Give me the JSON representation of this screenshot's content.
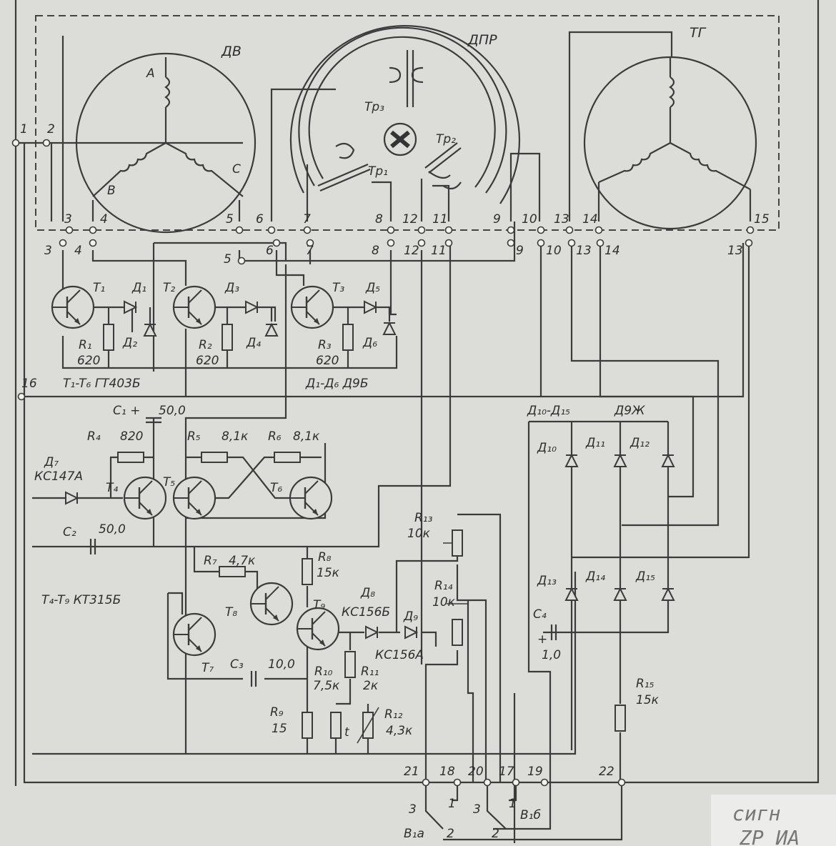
{
  "motor": {
    "label": "ДВ",
    "phase_a": "A",
    "phase_b": "B",
    "phase_c": "C"
  },
  "rotor_sensor": {
    "label": "ДПР",
    "tr1": "Тр₁",
    "tr2": "Тр₂",
    "tr3": "Тр₃"
  },
  "tachogenerator": {
    "label": "ТГ"
  },
  "terminals_top": [
    "3",
    "4",
    "5",
    "6",
    "7",
    "8",
    "12",
    "11",
    "9",
    "10",
    "13",
    "14",
    "15"
  ],
  "terminals_lower": [
    "3",
    "4",
    "5",
    "6",
    "7",
    "8",
    "12",
    "11",
    "9",
    "10",
    "13",
    "14",
    "13"
  ],
  "terminals_side": [
    "1",
    "2",
    "16"
  ],
  "terminals_bottom": [
    "21",
    "18",
    "20",
    "17",
    "19",
    "22"
  ],
  "stage1": {
    "t1": "T₁",
    "t2": "T₂",
    "t3": "T₃",
    "d1": "Д₁",
    "d2": "Д₂",
    "d3": "Д₃",
    "d4": "Д₄",
    "d5": "Д₅",
    "d6": "Д₆",
    "r1": "R₁",
    "r1_val": "620",
    "r2": "R₂",
    "r2_val": "620",
    "r3": "R₃",
    "r3_val": "620",
    "t_note": "T₁-T₆  ГТ403Б",
    "d_note": "Д₁-Д₆  Д9Б"
  },
  "stage2": {
    "c1": "C₁ +",
    "c1_val": "50,0",
    "r4": "R₄",
    "r4_val": "820",
    "d7": "Д₇",
    "d7_type": "КС147А",
    "t4": "T₄",
    "t5": "T₅",
    "t6": "T₆",
    "r5": "R₅",
    "r5_val": "8,1к",
    "r6": "R₆",
    "r6_val": "8,1к",
    "c2": "C₂",
    "c2_val": "50,0",
    "t_note": "T₄-T₉   КТ315Б"
  },
  "stage3": {
    "r7": "R₇",
    "r7_val": "4,7к",
    "r8": "R₈",
    "r8_val": "15к",
    "t7": "T₇",
    "t8": "T₈",
    "t9": "T₉",
    "c3": "C₃",
    "c3_val": "10,0",
    "r9": "R₉",
    "r9_val": "15",
    "r10": "R₁₀",
    "r10_val": "7,5к",
    "r11": "R₁₁",
    "r11_val": "2к",
    "r12": "R₁₂",
    "r12_val": "4,3к",
    "thermo": "t",
    "d8": "Д₈",
    "d8_type": "КС156Б",
    "d9": "Д₉",
    "d9_type": "КС156А",
    "r13": "R₁₃",
    "r13_val": "10к",
    "r14": "R₁₄",
    "r14_val": "10к"
  },
  "rectifier": {
    "note": "Д₁₀-Д₁₅",
    "type": "Д9Ж",
    "d10": "Д₁₀",
    "d11": "Д₁₁",
    "d12": "Д₁₂",
    "d13": "Д₁₃",
    "d14": "Д₁₄",
    "d15": "Д₁₅",
    "c4": "C₄",
    "c4_val": "1,0",
    "c4_plus": "+",
    "r15": "R₁₅",
    "r15_val": "15к"
  },
  "switch": {
    "b1a": "B₁а",
    "b1b": "B₁б",
    "pos3a": "3",
    "pos1a": "1",
    "pos2a": "2",
    "pos3b": "3",
    "pos1b": "1",
    "pos2b": "2"
  },
  "handwriting": {
    "line1": "сигн",
    "line2": "ZP ИА"
  }
}
